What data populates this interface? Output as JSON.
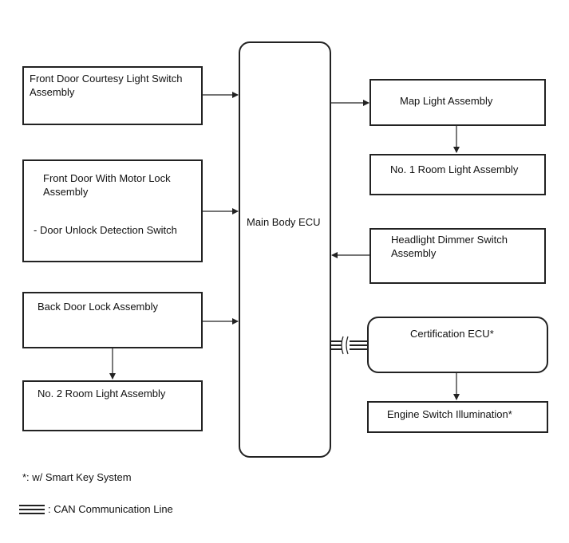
{
  "blocks": {
    "front_courtesy": {
      "line1": "Front Door Courtesy Light Switch",
      "line2": "Assembly"
    },
    "front_motor_lock": {
      "line1": "Front Door With Motor Lock",
      "line2": "Assembly",
      "sub": "- Door Unlock Detection Switch"
    },
    "back_door_lock": {
      "label": "Back Door Lock Assembly"
    },
    "room_light_2": {
      "label": "No. 2 Room Light Assembly"
    },
    "main_ecu": {
      "label": "Main Body ECU"
    },
    "map_light": {
      "label": "Map Light Assembly"
    },
    "room_light_1": {
      "label": "No. 1 Room Light Assembly"
    },
    "dimmer_switch": {
      "line1": "Headlight Dimmer Switch",
      "line2": "Assembly"
    },
    "certification_ecu": {
      "label": "Certification ECU*"
    },
    "engine_switch": {
      "label": "Engine Switch Illumination*"
    }
  },
  "legend": {
    "smart_key": "*: w/ Smart Key System",
    "can_line": ": CAN Communication Line"
  }
}
